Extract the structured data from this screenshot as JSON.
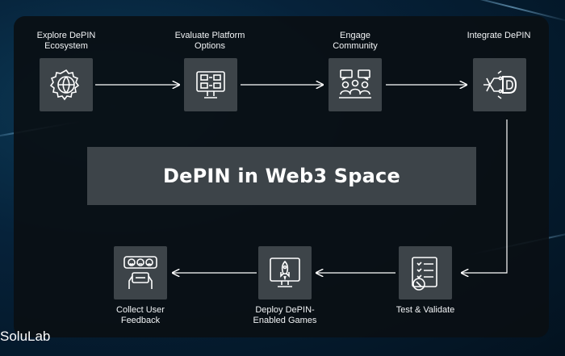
{
  "title": "DePIN in Web3 Space",
  "brand": "SoluLab",
  "steps": [
    {
      "label": "Explore DePIN\nEcosystem",
      "icon": "gear-globe-icon"
    },
    {
      "label": "Evaluate Platform\nOptions",
      "icon": "monitor-options-icon"
    },
    {
      "label": "Engage\nCommunity",
      "icon": "community-chat-icon"
    },
    {
      "label": "Integrate DePIN",
      "icon": "circuit-d-icon"
    },
    {
      "label": "Test & Validate",
      "icon": "checklist-icon"
    },
    {
      "label": "Deploy DePIN-\nEnabled Games",
      "icon": "rocket-monitor-icon"
    },
    {
      "label": "Collect User\nFeedback",
      "icon": "feedback-faces-icon"
    }
  ],
  "colors": {
    "tile": "#3d4449",
    "panel": "#0a0f14",
    "text": "#ffffff"
  }
}
